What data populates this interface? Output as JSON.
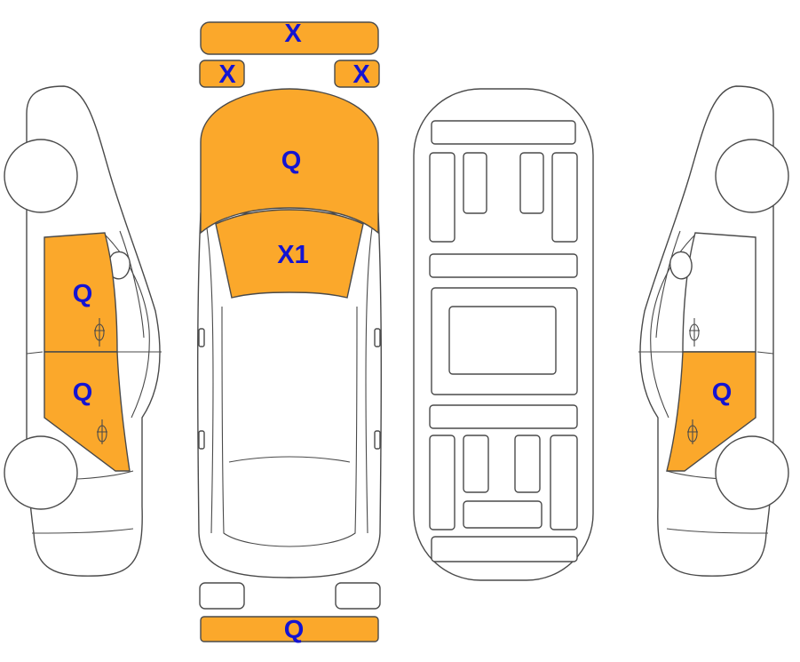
{
  "colors": {
    "marked_fill": "#FBA82B",
    "label_text": "#1414D2",
    "outline": "#4A4A4A",
    "background": "#FFFFFF"
  },
  "marks": {
    "roof_bar": "X",
    "roof_left": "X",
    "roof_right": "X",
    "hood": "Q",
    "windshield": "X1",
    "left_front_door": "Q",
    "left_rear_door": "Q",
    "right_front_door": "Q",
    "rear_bumper": "Q"
  }
}
